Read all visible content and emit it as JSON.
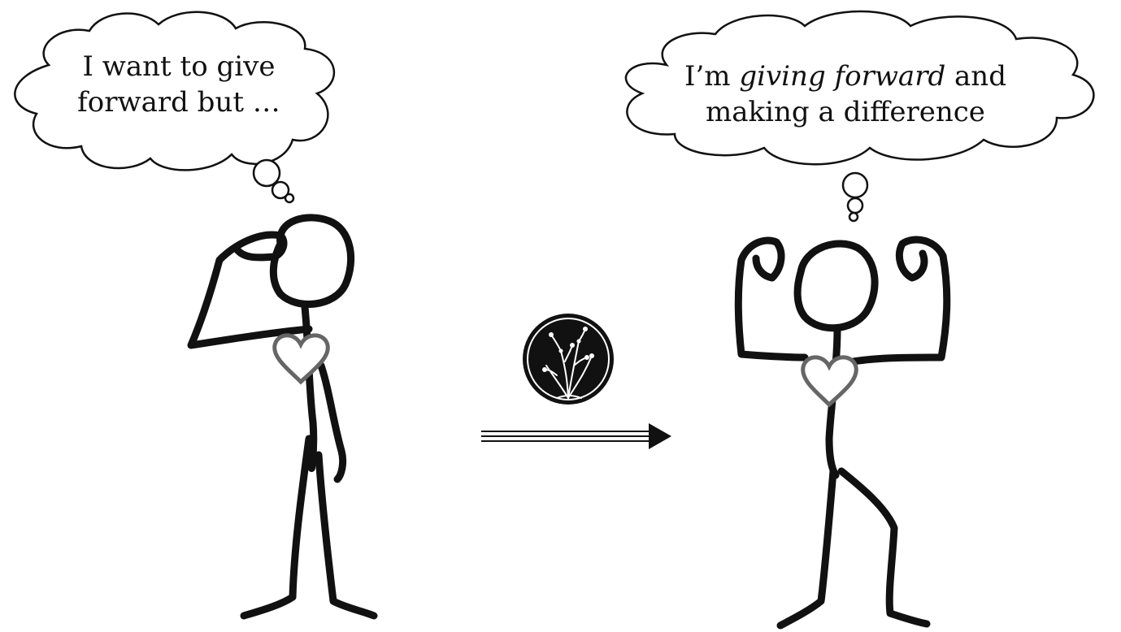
{
  "left_thought": {
    "line1": "I want to give",
    "line2": "forward but …"
  },
  "right_thought": {
    "line1_prefix": "I’m ",
    "line1_emphasis": "giving forward",
    "line1_suffix": " and",
    "line2": "making a difference"
  },
  "colors": {
    "ink": "#111111",
    "heart_stroke": "#666666",
    "background": "#ffffff"
  },
  "icons": {
    "logo": "tree-circle-logo",
    "arrow": "double-line-arrow"
  }
}
